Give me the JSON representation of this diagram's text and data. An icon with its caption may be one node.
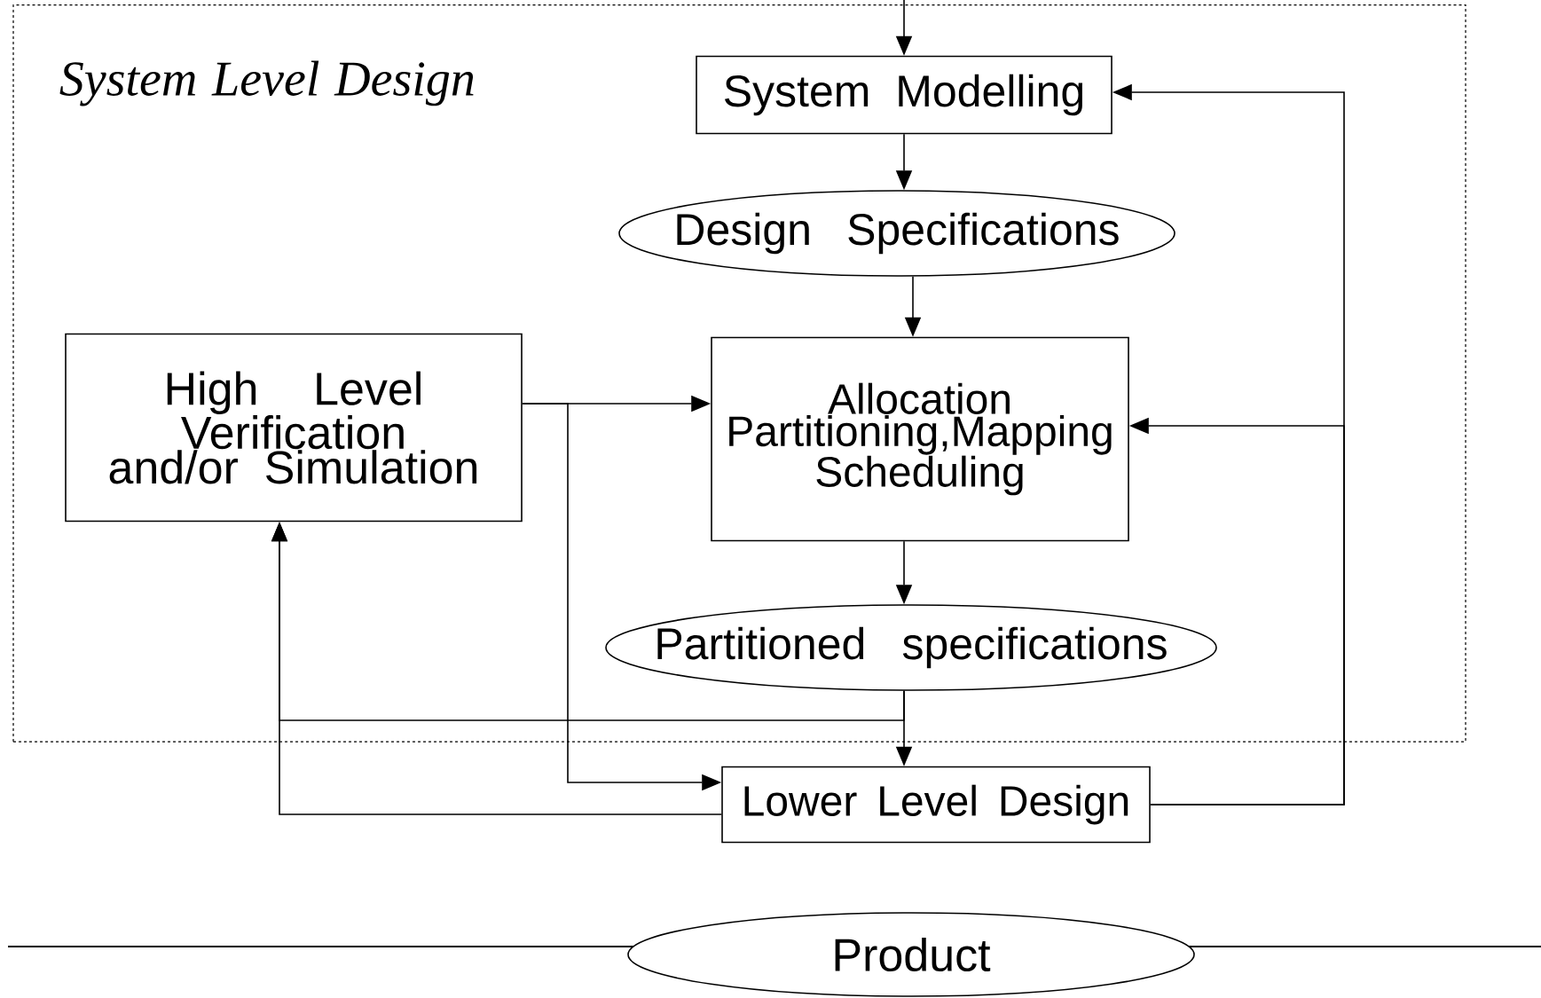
{
  "diagram": {
    "nodes": [
      {
        "text": [
          "System Level Design"
        ]
      },
      {
        "text": [
          "System Modelling"
        ],
        "in": 0
      },
      {
        "text": [
          "Design Specifications"
        ],
        "in": 0
      },
      {
        "text": [
          "High Level Verification and/or Simulation"
        ],
        "in": 0
      },
      {
        "text": [
          "Allocation Partitioning,Mapping Scheduling"
        ],
        "in": 0
      },
      {
        "text": [
          "Partitioned specifications"
        ],
        "in": 0
      },
      {
        "text": [
          "Lower Level Design"
        ]
      },
      {
        "text": [
          "Product"
        ]
      }
    ],
    "edges": [
      {
        "from": null,
        "to": 1,
        "arrow": "to"
      },
      {
        "from": 1,
        "to": 2,
        "arrow": "to"
      },
      {
        "from": 2,
        "to": 4,
        "arrow": "to"
      },
      {
        "from": 3,
        "to": 4,
        "arrow": "to"
      },
      {
        "from": 4,
        "to": 5,
        "arrow": "to"
      },
      {
        "from": 5,
        "to": 6,
        "arrow": "to"
      },
      {
        "from": 6,
        "to": 1,
        "arrow": "to"
      },
      {
        "from": 6,
        "to": 4,
        "arrow": "to"
      },
      {
        "from": 6,
        "to": 3,
        "arrow": "to"
      },
      {
        "from": 5,
        "to": 3,
        "arrow": "to"
      },
      {
        "from": 3,
        "to": 6,
        "arrow": "to"
      }
    ]
  }
}
